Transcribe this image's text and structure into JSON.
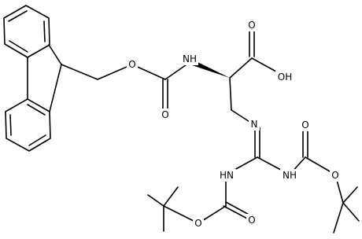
{
  "molecule": {
    "atom_labels": {
      "o_ester1": "O",
      "nh_alpha": "NH",
      "o_carbonyl1": "O",
      "o_acid_carbonyl": "O",
      "oh_acid": "OH",
      "n_imine": "N",
      "nh_left": "HN",
      "nh_right": "NH",
      "o_carbonyl_right": "O",
      "o_ester_right": "O",
      "o_ester_left": "O",
      "o_carbonyl_left": "O"
    }
  }
}
